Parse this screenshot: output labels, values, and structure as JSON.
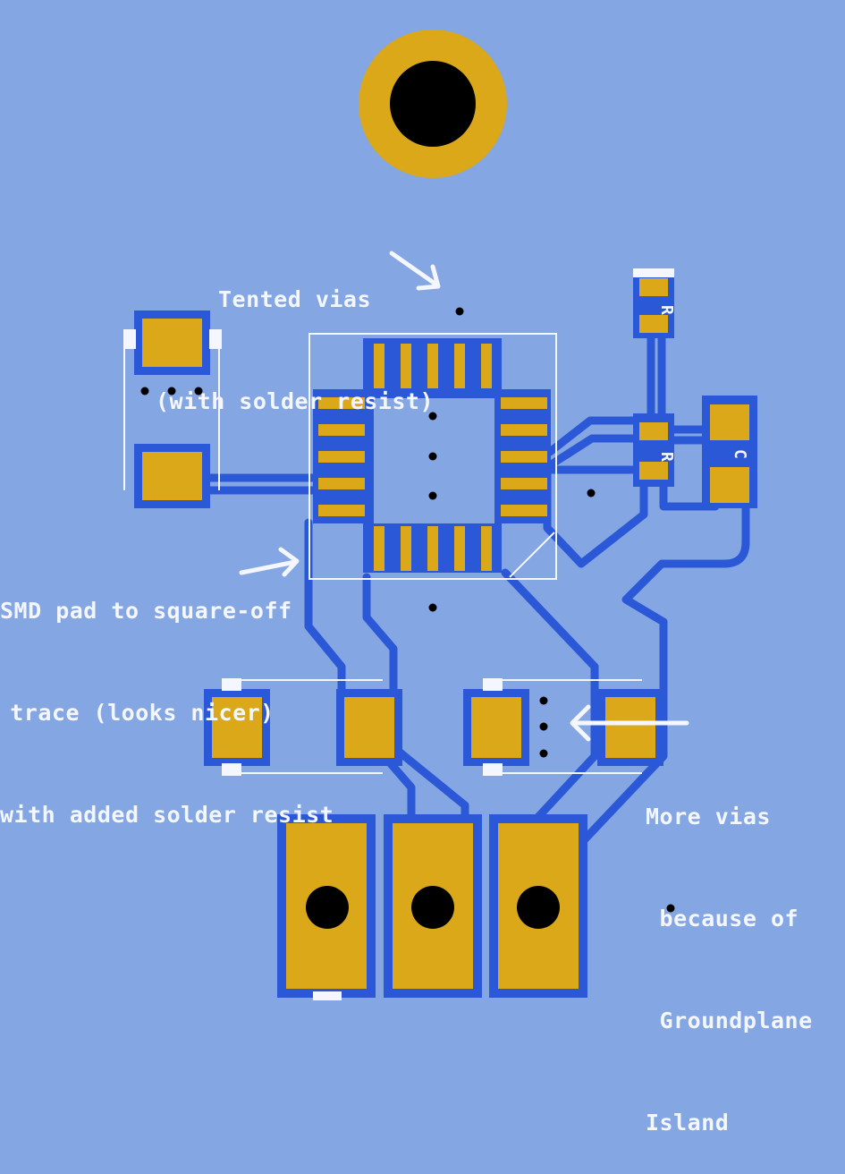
{
  "colors": {
    "board": "#84a6e3",
    "copper": "#2b58d6",
    "pad": "#daa818",
    "silkscreen": "#f4f7ff",
    "drill": "#000000"
  },
  "annotations": {
    "tented_vias": [
      "Tented vias",
      "(with solder resist)"
    ],
    "smd_pad": [
      "SMD pad to square-off",
      "trace (looks nicer)",
      "with added solder resist"
    ],
    "more_vias": [
      "More vias",
      " because of",
      " Groundplane",
      "Island"
    ]
  },
  "labels": {
    "r1": "R",
    "r2": "R",
    "c1": "C"
  }
}
